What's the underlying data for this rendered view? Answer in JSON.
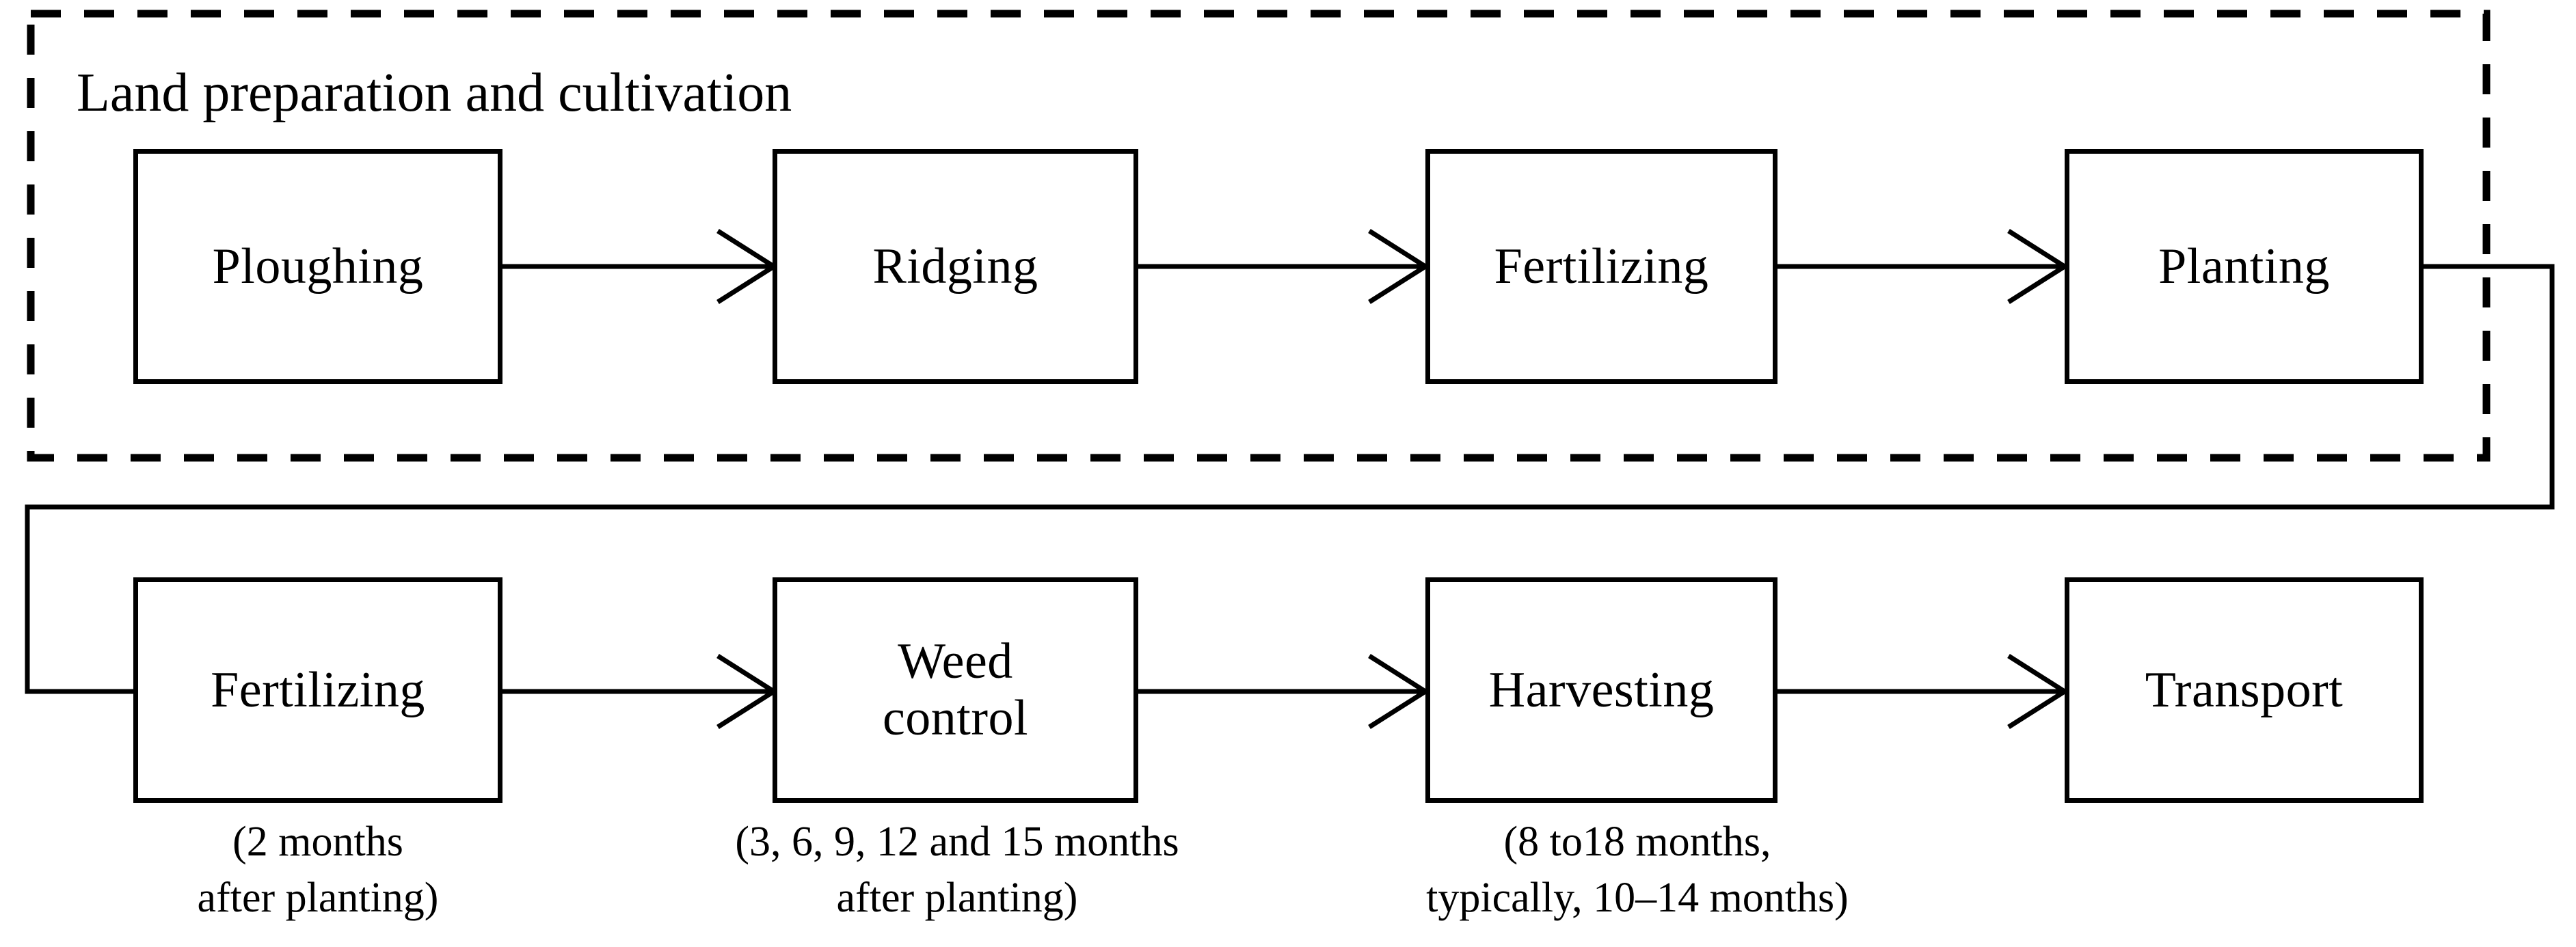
{
  "figure": {
    "type": "process-flow-diagram",
    "orientation": "horizontal-two-rows-serpentine",
    "background_color": "#ffffff",
    "line_color": "#000000"
  },
  "group": {
    "title": "Land preparation and cultivation",
    "border_style": "dashed"
  },
  "rows": [
    {
      "id": "row-1",
      "nodes": [
        {
          "id": "ploughing",
          "label": "Ploughing",
          "caption": ""
        },
        {
          "id": "ridging",
          "label": "Ridging",
          "caption": ""
        },
        {
          "id": "fertilizing-1",
          "label": "Fertilizing",
          "caption": ""
        },
        {
          "id": "planting",
          "label": "Planting",
          "caption": ""
        }
      ]
    },
    {
      "id": "row-2",
      "nodes": [
        {
          "id": "fertilizing-2",
          "label": "Fertilizing",
          "caption": "(2 months\nafter planting)"
        },
        {
          "id": "weed-control",
          "label": "Weed\ncontrol",
          "caption": "(3, 6, 9, 12 and 15 months\nafter planting)"
        },
        {
          "id": "harvesting",
          "label": "Harvesting",
          "caption": "(8 to18 months,\ntypically,  10–14 months)"
        },
        {
          "id": "transport",
          "label": "Transport",
          "caption": ""
        }
      ]
    }
  ],
  "edges": [
    {
      "from": "ploughing",
      "to": "ridging",
      "arrow": "open-chevron"
    },
    {
      "from": "ridging",
      "to": "fertilizing-1",
      "arrow": "open-chevron"
    },
    {
      "from": "fertilizing-1",
      "to": "planting",
      "arrow": "open-chevron"
    },
    {
      "from": "planting",
      "to": "fertilizing-2",
      "arrow": "open-chevron",
      "routing": "right-down-left-right"
    },
    {
      "from": "fertilizing-2",
      "to": "weed-control",
      "arrow": "open-chevron"
    },
    {
      "from": "weed-control",
      "to": "harvesting",
      "arrow": "open-chevron"
    },
    {
      "from": "harvesting",
      "to": "transport",
      "arrow": "open-chevron"
    }
  ]
}
